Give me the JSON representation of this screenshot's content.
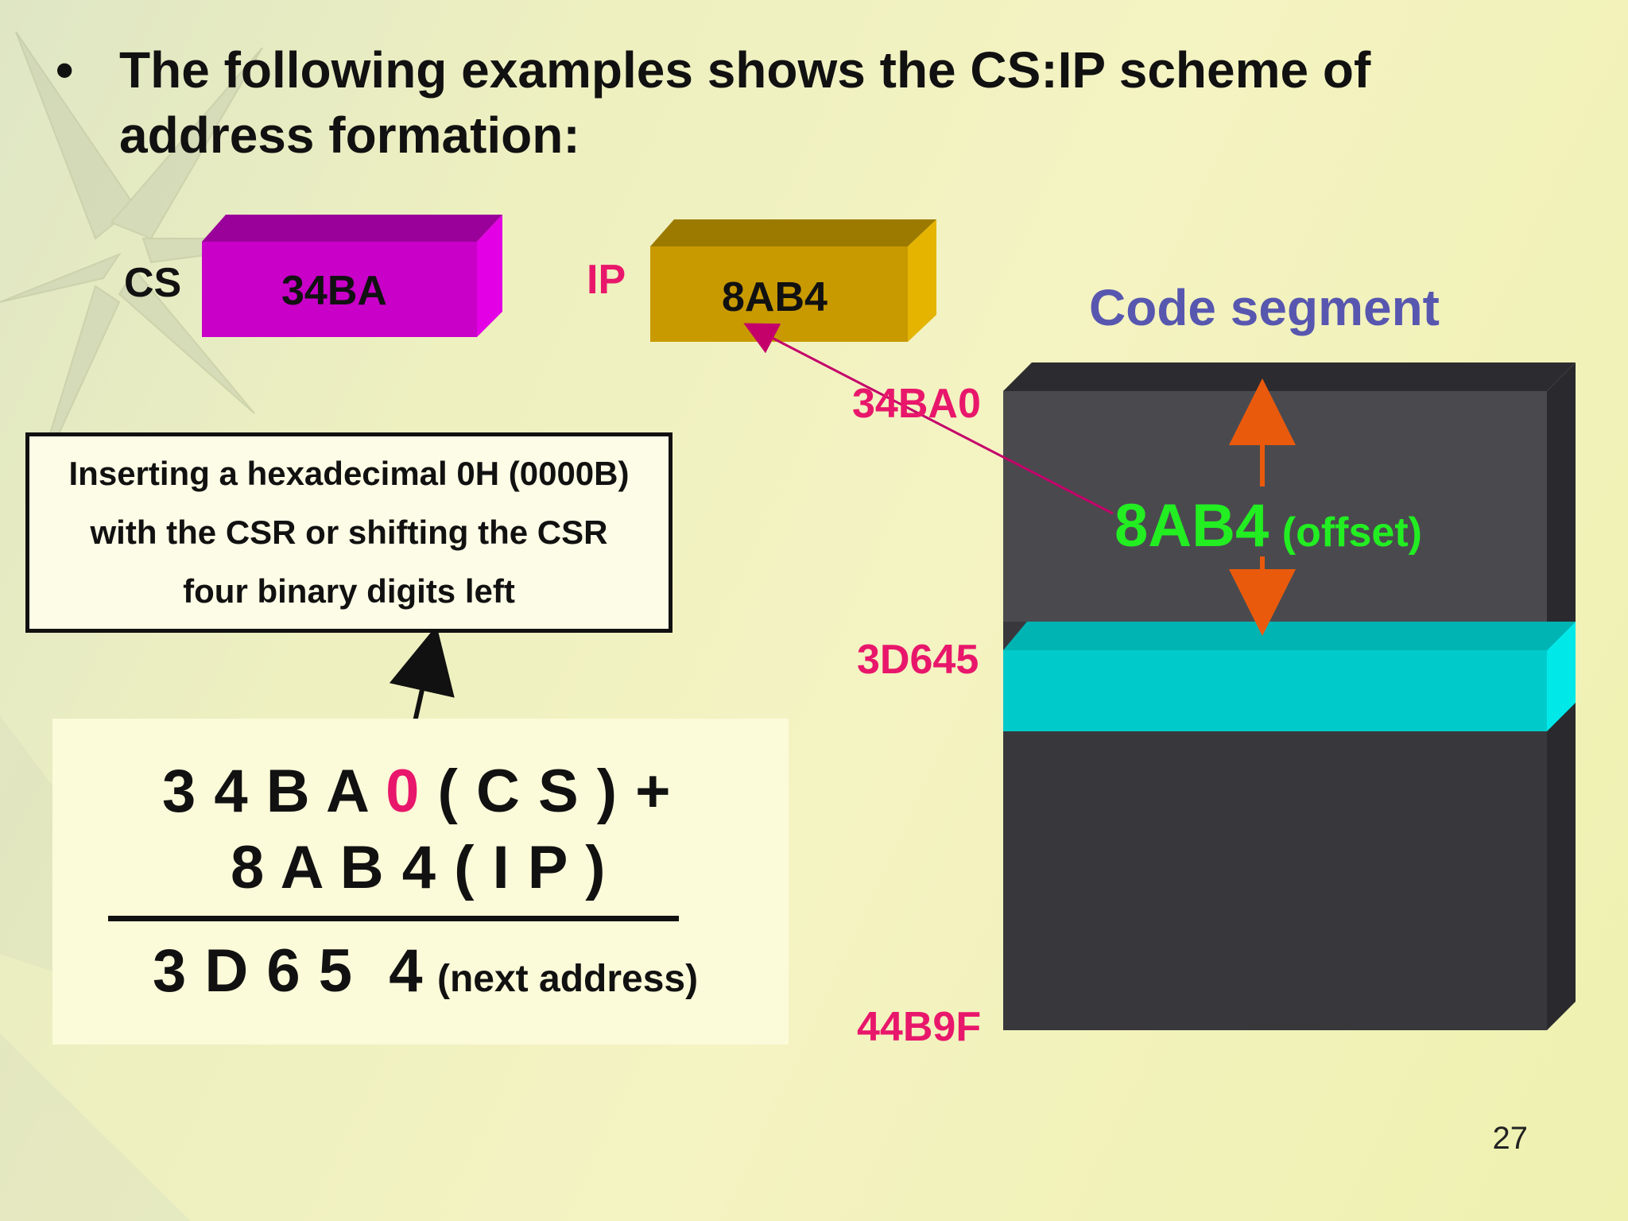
{
  "slide": {
    "bullet_glyph": "•",
    "heading_line1": "The following examples shows the CS:IP scheme of",
    "heading_line2": "address formation:",
    "page_number": "27"
  },
  "registers": {
    "cs": {
      "label": "CS",
      "value": "34BA",
      "color": "#c800c8"
    },
    "ip": {
      "label": "IP",
      "value": "8AB4",
      "color": "#c89a00"
    }
  },
  "info_box": {
    "lines": [
      "Inserting a hexadecimal 0H (0000B)",
      "with the CSR or shifting the CSR",
      "four binary digits left"
    ]
  },
  "calculation": {
    "line1_prefix": "3 4 B A ",
    "line1_highlight": "0",
    "line1_suffix": " ( C S ) +",
    "line2": "8 A B 4 ( I P )",
    "result": "3 D 6 5  4",
    "result_note": "(next address)"
  },
  "code_segment": {
    "title": "Code segment",
    "start_address": "34BA0",
    "next_address": "3D645",
    "end_address": "44B9F",
    "offset_value": "8AB4",
    "offset_label": "(offset)"
  },
  "colors": {
    "address_pink": "#e8176b",
    "title_purple": "#5757b0",
    "offset_green": "#22ee22",
    "arrow_orange": "#ea5a0c",
    "segment_dark": "#38383c",
    "highlight_cyan": "#00caca"
  }
}
